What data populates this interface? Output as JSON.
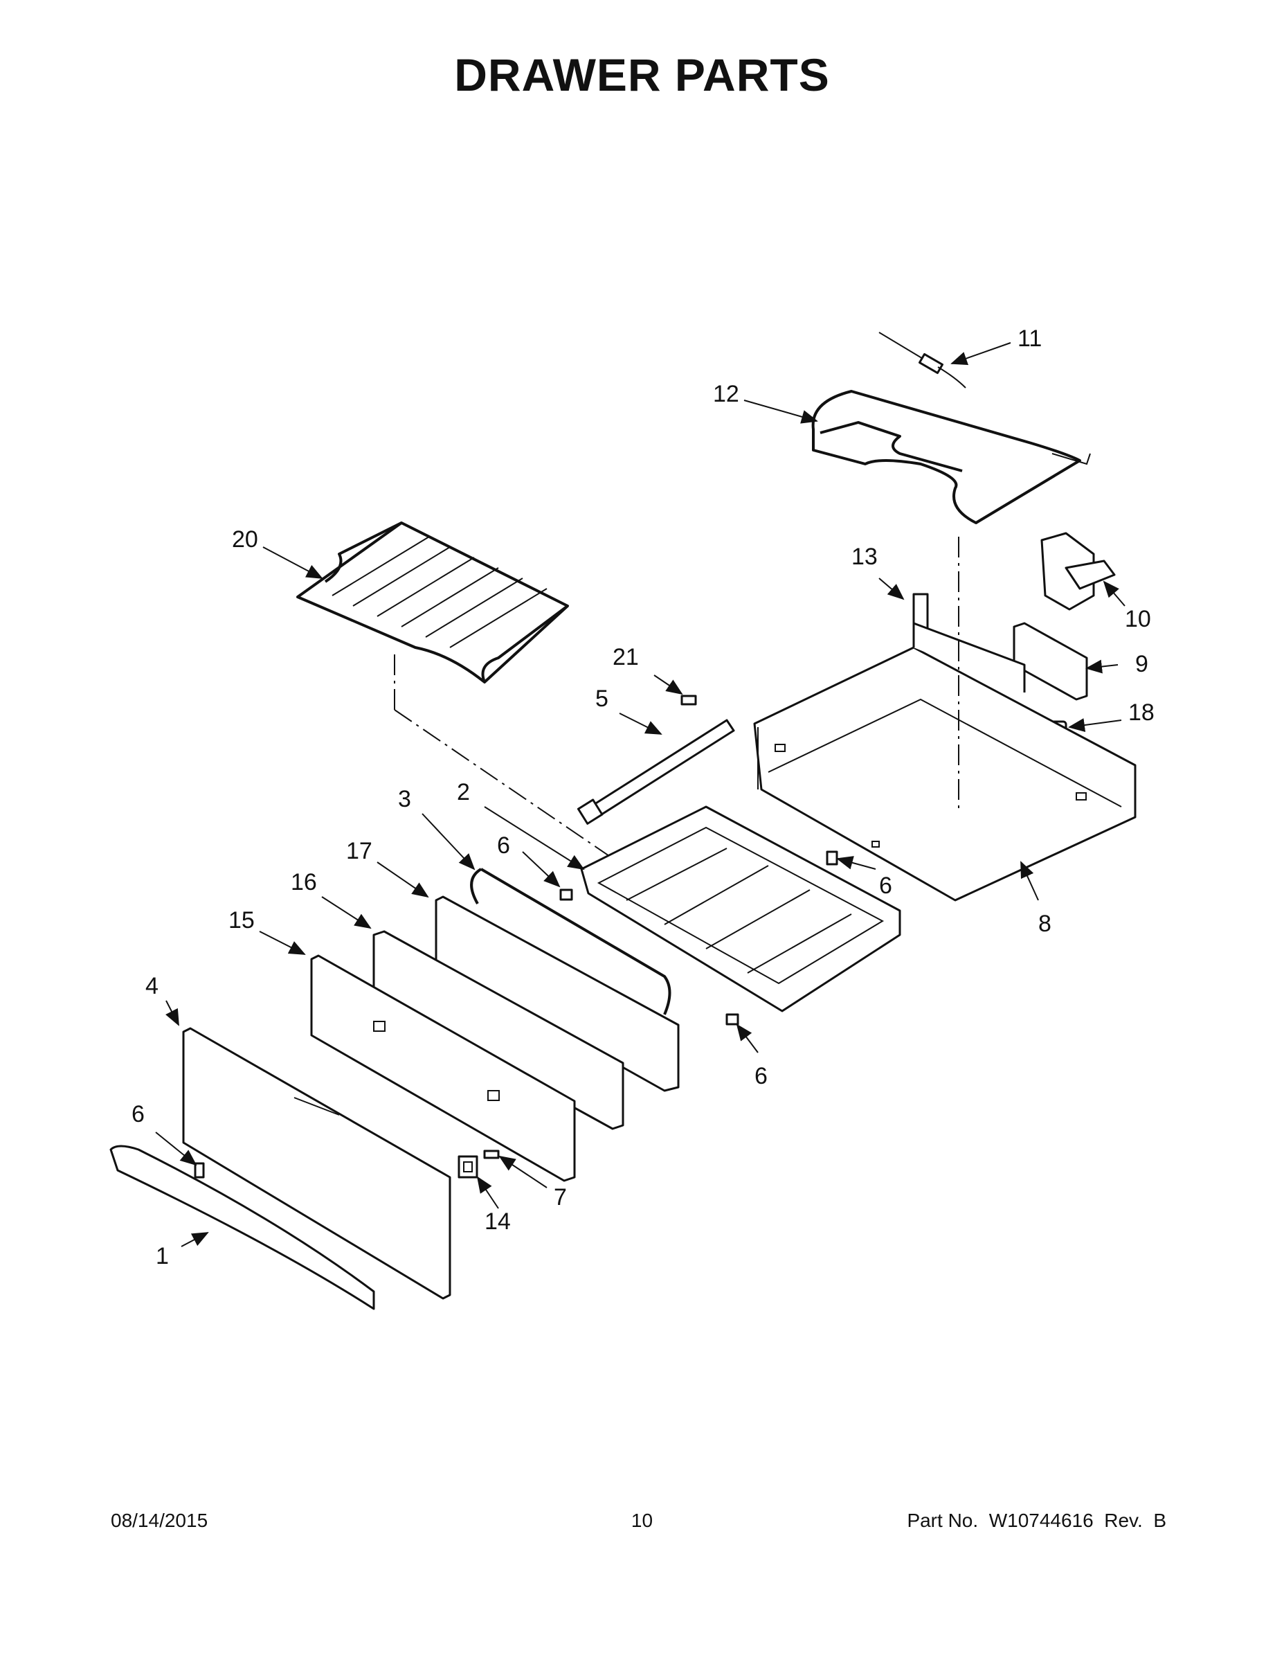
{
  "title": "DRAWER PARTS",
  "callouts": [
    {
      "id": "c1",
      "label": "1"
    },
    {
      "id": "c2",
      "label": "2"
    },
    {
      "id": "c3",
      "label": "3"
    },
    {
      "id": "c4",
      "label": "4"
    },
    {
      "id": "c5",
      "label": "5"
    },
    {
      "id": "c6a",
      "label": "6"
    },
    {
      "id": "c6b",
      "label": "6"
    },
    {
      "id": "c6c",
      "label": "6"
    },
    {
      "id": "c6d",
      "label": "6"
    },
    {
      "id": "c7",
      "label": "7"
    },
    {
      "id": "c8",
      "label": "8"
    },
    {
      "id": "c9",
      "label": "9"
    },
    {
      "id": "c10",
      "label": "10"
    },
    {
      "id": "c11",
      "label": "11"
    },
    {
      "id": "c12",
      "label": "12"
    },
    {
      "id": "c13",
      "label": "13"
    },
    {
      "id": "c14",
      "label": "14"
    },
    {
      "id": "c15",
      "label": "15"
    },
    {
      "id": "c16",
      "label": "16"
    },
    {
      "id": "c17",
      "label": "17"
    },
    {
      "id": "c18",
      "label": "18"
    },
    {
      "id": "c20",
      "label": "20"
    },
    {
      "id": "c21",
      "label": "21"
    }
  ],
  "footer": {
    "date": "08/14/2015",
    "page": "10",
    "part_no": "Part No.  W10744616  Rev.  B"
  }
}
